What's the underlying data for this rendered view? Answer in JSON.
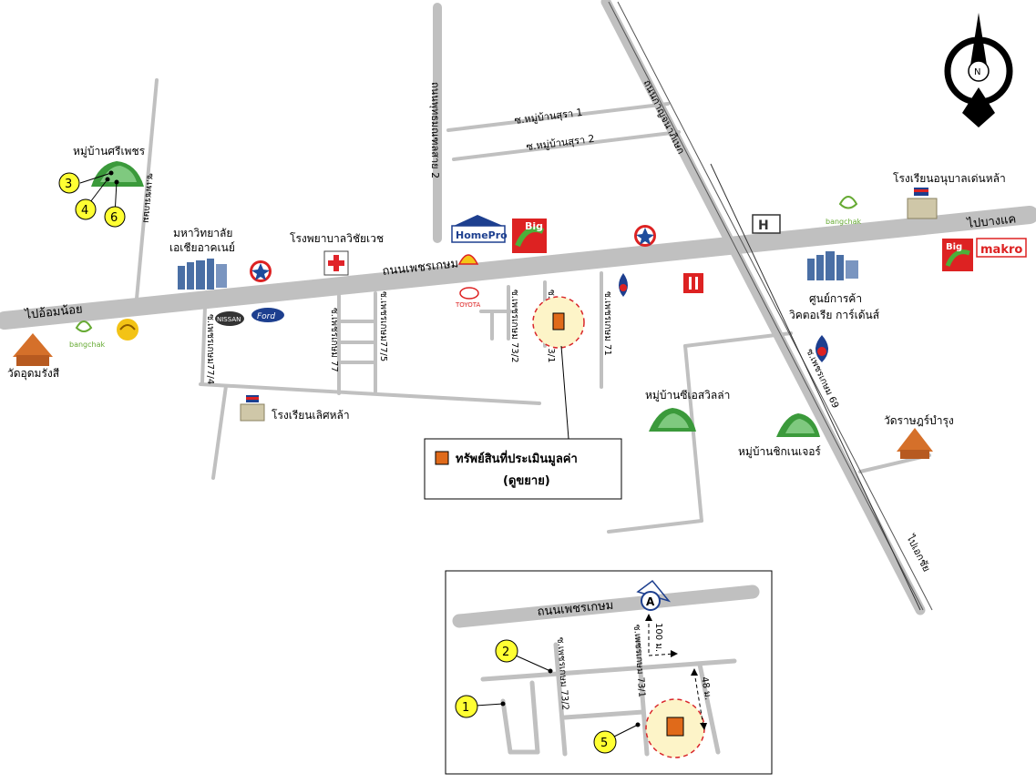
{
  "roads": {
    "main": "ถนนเพชรเกษม",
    "bang_khae": "ไปบางแค",
    "om_noi": "ไปอ้อมน้อย",
    "ekkachai": "ไปเอกชัย",
    "phuttha": "ถนนพุทธมณฑลสาย 2",
    "kanchana": "ถนนกาญจนาภิเษก",
    "soi_sura1": "ซ.หมู่บ้านสุรา 1",
    "soi_sura2": "ซ.หมู่บ้านสุรา 2",
    "soi_sri": "ซ.เพชรเกษม",
    "soi_774": "ซ.เพชรเกษม77/4",
    "soi_77": "ซ.เพชรเกษม 77",
    "soi_775": "ซ.เพชรเกษม77/5",
    "soi_732": "ซ.เพชรเกษม 73/2",
    "soi_731": "ซ.เพชรเกษม 73/1",
    "soi_71": "ซ.เพชรเกษม 71",
    "soi_69": "ซ.เพชรเกษม 69"
  },
  "places": {
    "sripetch": "หมู่บ้านศรีเพชร",
    "univ_1": "มหาวิทยาลัย",
    "univ_2": "เอเชียอาคเนย์",
    "hospital": "โรงพยาบาลวิชัยเวช",
    "kindergarten": "โรงเรียนอนุบาลเด่นหล้า",
    "mall_1": "ศูนย์การค้า",
    "mall_2": "วิคตอเรีย การ์เด้นส์",
    "temple_west": "วัดอุดมรังสี",
    "school": "โรงเรียนเลิศหล้า",
    "cvilla": "หมู่บ้านซีเอสวิลล่า",
    "chicago": "หมู่บ้านชิกเนเจอร์",
    "temple_east": "วัดราษฎร์บำรุง"
  },
  "brands": {
    "homepro": "HomePro",
    "big": "Big",
    "makro": "makro",
    "bangchak": "bangchak",
    "toyota": "TOYOTA",
    "nissan": "NISSAN",
    "ford": "Ford"
  },
  "compass": "N",
  "legend": {
    "line1": "ทรัพย์สินที่ประเมินมูลค่า",
    "line2": "(ดูขยาย)"
  },
  "inset": {
    "road": "ถนนเพชรเกษม",
    "marker": "A",
    "dist1": "100 ม.",
    "dist2": "48 ม.",
    "soi_732": "ซ.เพชรเกษม 73/2",
    "soi_731": "ซ.เพชรเกษม 73/1"
  },
  "markers": {
    "m1": "1",
    "m2": "2",
    "m3": "3",
    "m4": "4",
    "m5": "5",
    "m6": "6"
  },
  "colors": {
    "road": "#c0c0c0",
    "marker_fill": "#ffff33",
    "property": "#e06a1a",
    "highlight": "#fdf4c8",
    "highlight_border": "#d9262a"
  }
}
